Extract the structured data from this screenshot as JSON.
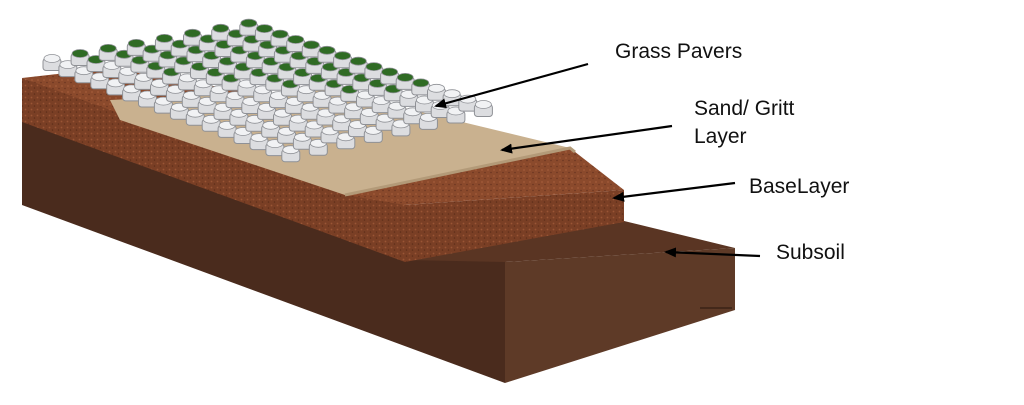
{
  "labels": {
    "grass_pavers": "Grass Pavers",
    "sand_line1": "Sand/ Gritt",
    "sand_line2": "Layer",
    "base_layer": "BaseLayer",
    "subsoil": "Subsoil"
  },
  "colors": {
    "subsoil_top": "#5a3523",
    "subsoil_front": "#4a2b1d",
    "subsoil_side": "#5e3a27",
    "base_top": "#8b4a2c",
    "base_front": "#7a3f25",
    "base_side": "#8e4b2d",
    "sand_top": "#c9b18f",
    "sand_edge": "#b39a78",
    "paver_cell": "#dcdde0",
    "paver_edge": "#8f9196",
    "grass": "#2f6b24",
    "arrow": "#000000"
  },
  "icons": [
    "arrow-icon"
  ]
}
